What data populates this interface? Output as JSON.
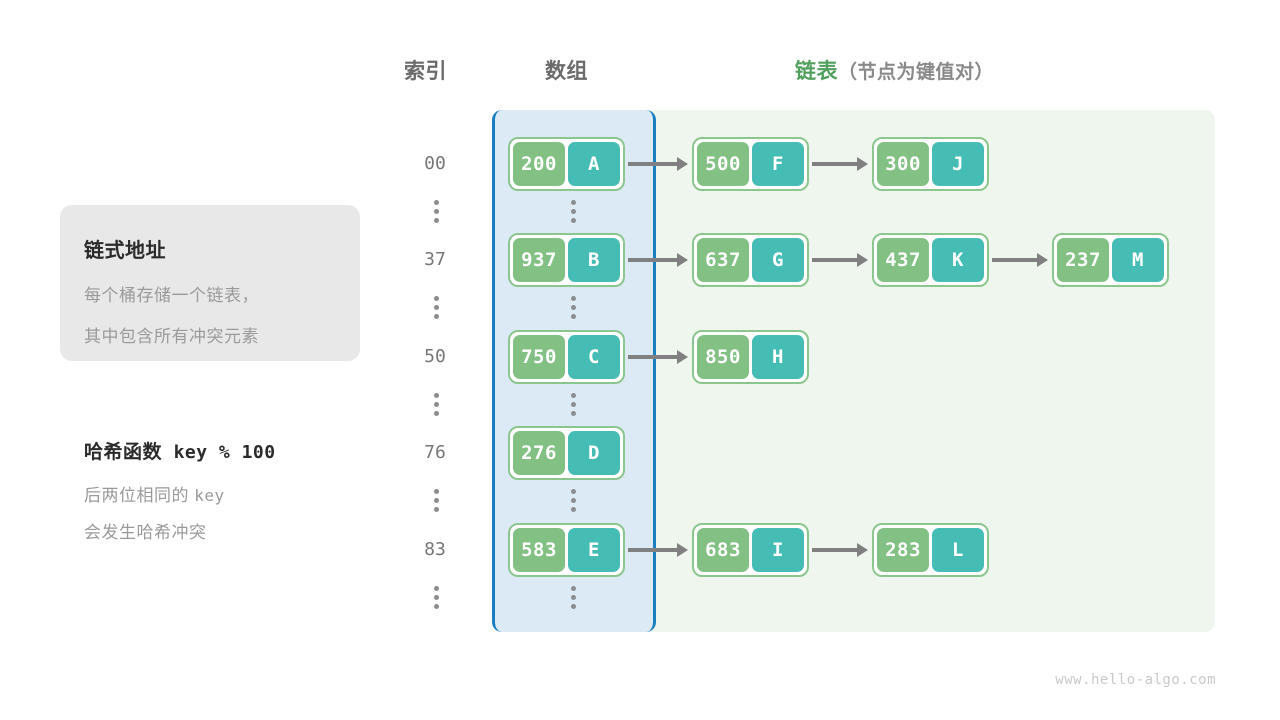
{
  "headers": {
    "index": "索引",
    "array": "数组",
    "list_accent": "链表",
    "list_sub": "（节点为键值对）"
  },
  "info_card": {
    "title": "链式地址",
    "desc_line1": "每个桶存储一个链表，",
    "desc_line2": "其中包含所有冲突元素"
  },
  "hash_note": {
    "title_label": "哈希函数",
    "title_formula": "key % 100",
    "desc_line1_a": "后两位相同的 ",
    "desc_line1_b": "key",
    "desc_line2": "会发生哈希冲突"
  },
  "buckets": [
    {
      "index": "00",
      "nodes": [
        {
          "key": "200",
          "value": "A"
        },
        {
          "key": "500",
          "value": "F"
        },
        {
          "key": "300",
          "value": "J"
        }
      ]
    },
    {
      "index": "37",
      "nodes": [
        {
          "key": "937",
          "value": "B"
        },
        {
          "key": "637",
          "value": "G"
        },
        {
          "key": "437",
          "value": "K"
        },
        {
          "key": "237",
          "value": "M"
        }
      ]
    },
    {
      "index": "50",
      "nodes": [
        {
          "key": "750",
          "value": "C"
        },
        {
          "key": "850",
          "value": "H"
        }
      ]
    },
    {
      "index": "76",
      "nodes": [
        {
          "key": "276",
          "value": "D"
        }
      ]
    },
    {
      "index": "83",
      "nodes": [
        {
          "key": "583",
          "value": "E"
        },
        {
          "key": "683",
          "value": "I"
        },
        {
          "key": "283",
          "value": "L"
        }
      ]
    }
  ],
  "ellipsis_rows": 5,
  "watermark": "www.hello-algo.com",
  "colors": {
    "array_panel_bg": "#dceaf6",
    "array_panel_border": "#1a7fc1",
    "list_panel_bg": "#eef6ee",
    "node_border": "#8cc68f",
    "node_key_bg": "#82c183",
    "node_value_bg": "#45bcb4",
    "arrow": "#808080",
    "accent_green": "#51a05e",
    "info_card_bg": "#e8e8e8"
  }
}
